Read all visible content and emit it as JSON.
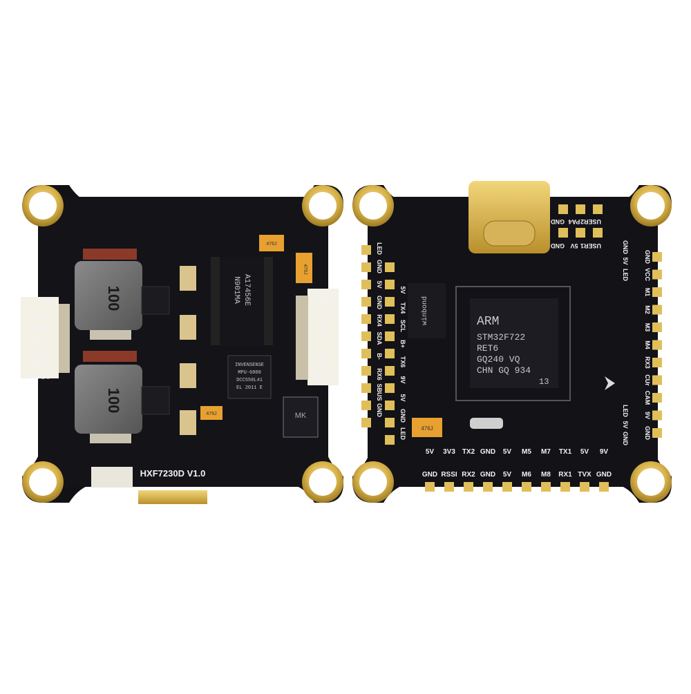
{
  "left_board": {
    "model": "HXF7230D V1.0",
    "inductor_1": "100",
    "inductor_2": "100",
    "imu_lines": [
      "INVENSENSE",
      "MPU-6000",
      "DCC550L41",
      "EL 2011 E"
    ],
    "reg_lines": [
      "A17456E",
      "N901MA"
    ],
    "left_connector": [
      "9V",
      "GND",
      "TX5",
      "RX5",
      "GND",
      "SBUS"
    ],
    "right_connector": [
      "CURR",
      "RX3",
      "4",
      "3",
      "2",
      "1",
      "VCC",
      "GND"
    ],
    "cap_labels": [
      "476J",
      "476J",
      "476J"
    ],
    "diode": "MK"
  },
  "right_board": {
    "mcu_lines": [
      "ARM",
      "STM32F722",
      "RET6",
      "GQ240 VQ",
      "CHN GQ 934",
      "13"
    ],
    "top_labels_1": [
      "USER2",
      "PA4",
      "GND"
    ],
    "top_labels_2": [
      "USER1",
      "5V",
      "GND"
    ],
    "right_column": [
      "GND",
      "VCC",
      "M1",
      "M2",
      "M3",
      "M4",
      "RX3",
      "CUr",
      "CAM",
      "9V",
      "GND"
    ],
    "right_extra": [
      "GND",
      "5V",
      "LED",
      "LED",
      "5V",
      "GND"
    ],
    "left_column": [
      "LED",
      "GND",
      "5V",
      "GND",
      "RX4",
      "SDA",
      "B-",
      "RX6",
      "SBUS",
      "GND",
      "5V",
      "TX4",
      "SCL",
      "B+",
      "TX6",
      "9V",
      "5V",
      "GND",
      "LED"
    ],
    "bottom_row_top": [
      "5V",
      "3V3",
      "TX2",
      "GND",
      "5V",
      "M5",
      "M7",
      "TX1",
      "5V",
      "9V"
    ],
    "bottom_row_bottom": [
      "GND",
      "RSSI",
      "RX2",
      "GND",
      "5V",
      "M6",
      "M8",
      "RX1",
      "TVX",
      "GND"
    ],
    "flash_chip": "winbond",
    "cap_label": "476J"
  }
}
